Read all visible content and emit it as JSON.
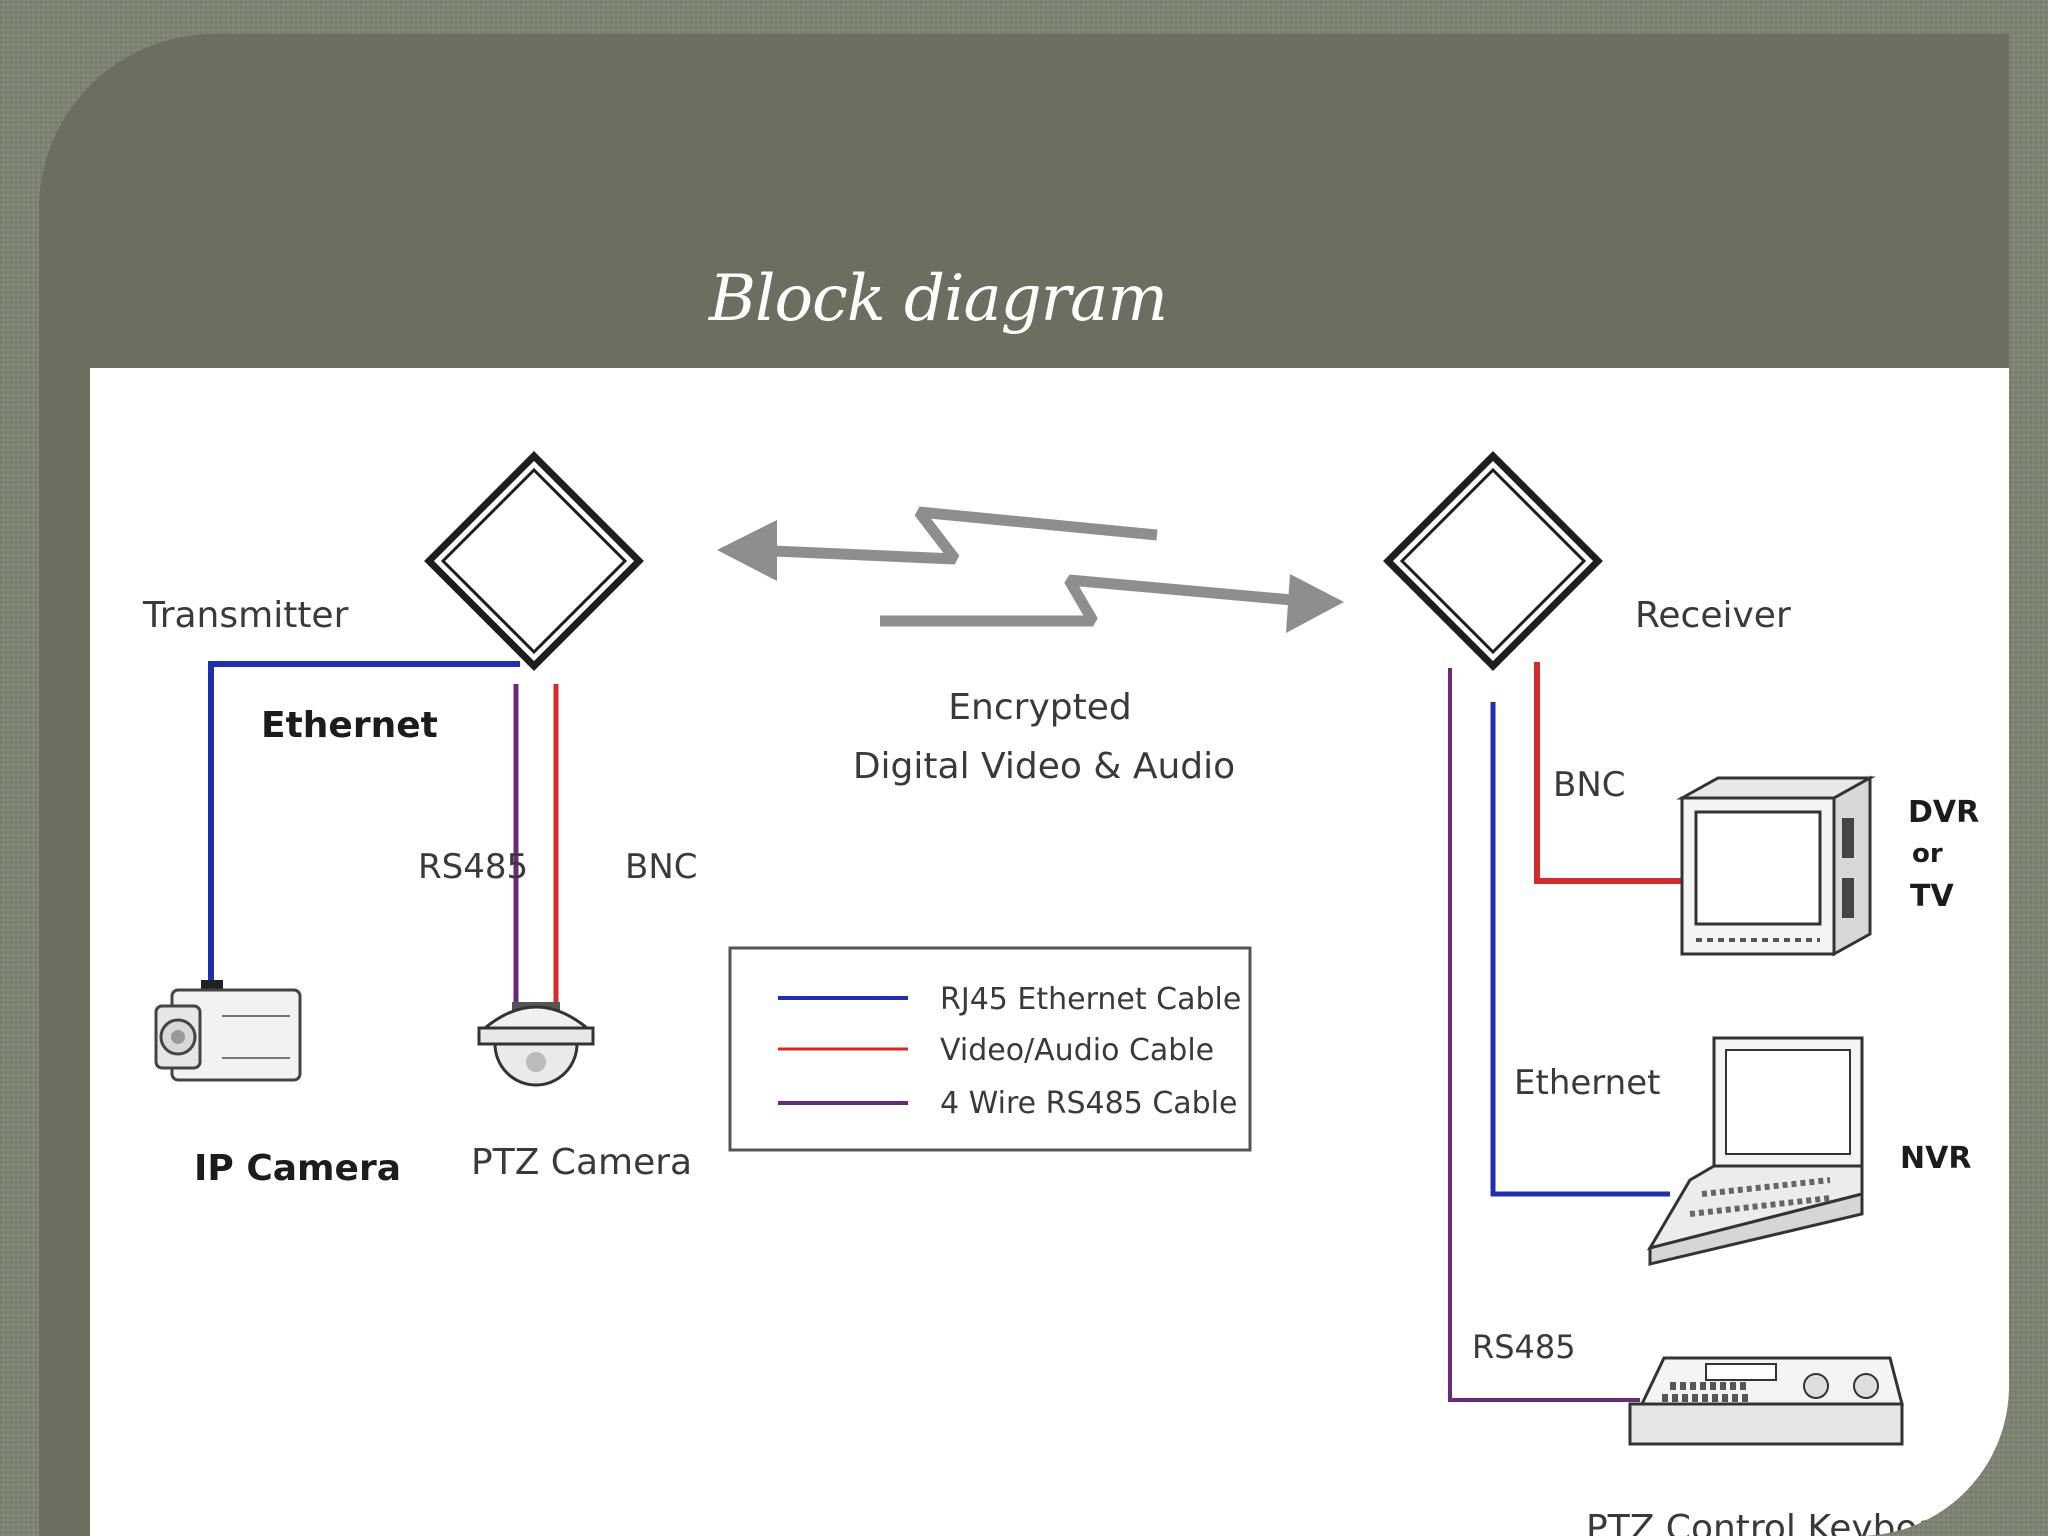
{
  "title": "Block diagram",
  "labels": {
    "transmitter": "Transmitter",
    "receiver": "Receiver",
    "ethernet_left": "Ethernet",
    "rs485_left": "RS485",
    "bnc_left": "BNC",
    "ip_camera": "IP Camera",
    "ptz_camera": "PTZ Camera",
    "encrypted_line1": "Encrypted",
    "encrypted_line2": "Digital Video & Audio",
    "bnc_right": "BNC",
    "dvr_line1": "DVR",
    "dvr_line2": "or",
    "dvr_line3": "TV",
    "ethernet_right": "Ethernet",
    "nvr": "NVR",
    "rs485_right": "RS485",
    "ptz_keyboard": "PTZ Control Keyboard"
  },
  "legend": [
    {
      "label": "RJ45 Ethernet Cable",
      "color": "#1f2fb0"
    },
    {
      "label": "Video/Audio Cable",
      "color": "#d42a2a"
    },
    {
      "label": "4 Wire RS485 Cable",
      "color": "#6a2a7a"
    }
  ],
  "colors": {
    "ethernet": "#1f2fb0",
    "video": "#d42a2a",
    "rs485": "#6a2a7a",
    "wireless_arrow": "#8e8e8e"
  }
}
